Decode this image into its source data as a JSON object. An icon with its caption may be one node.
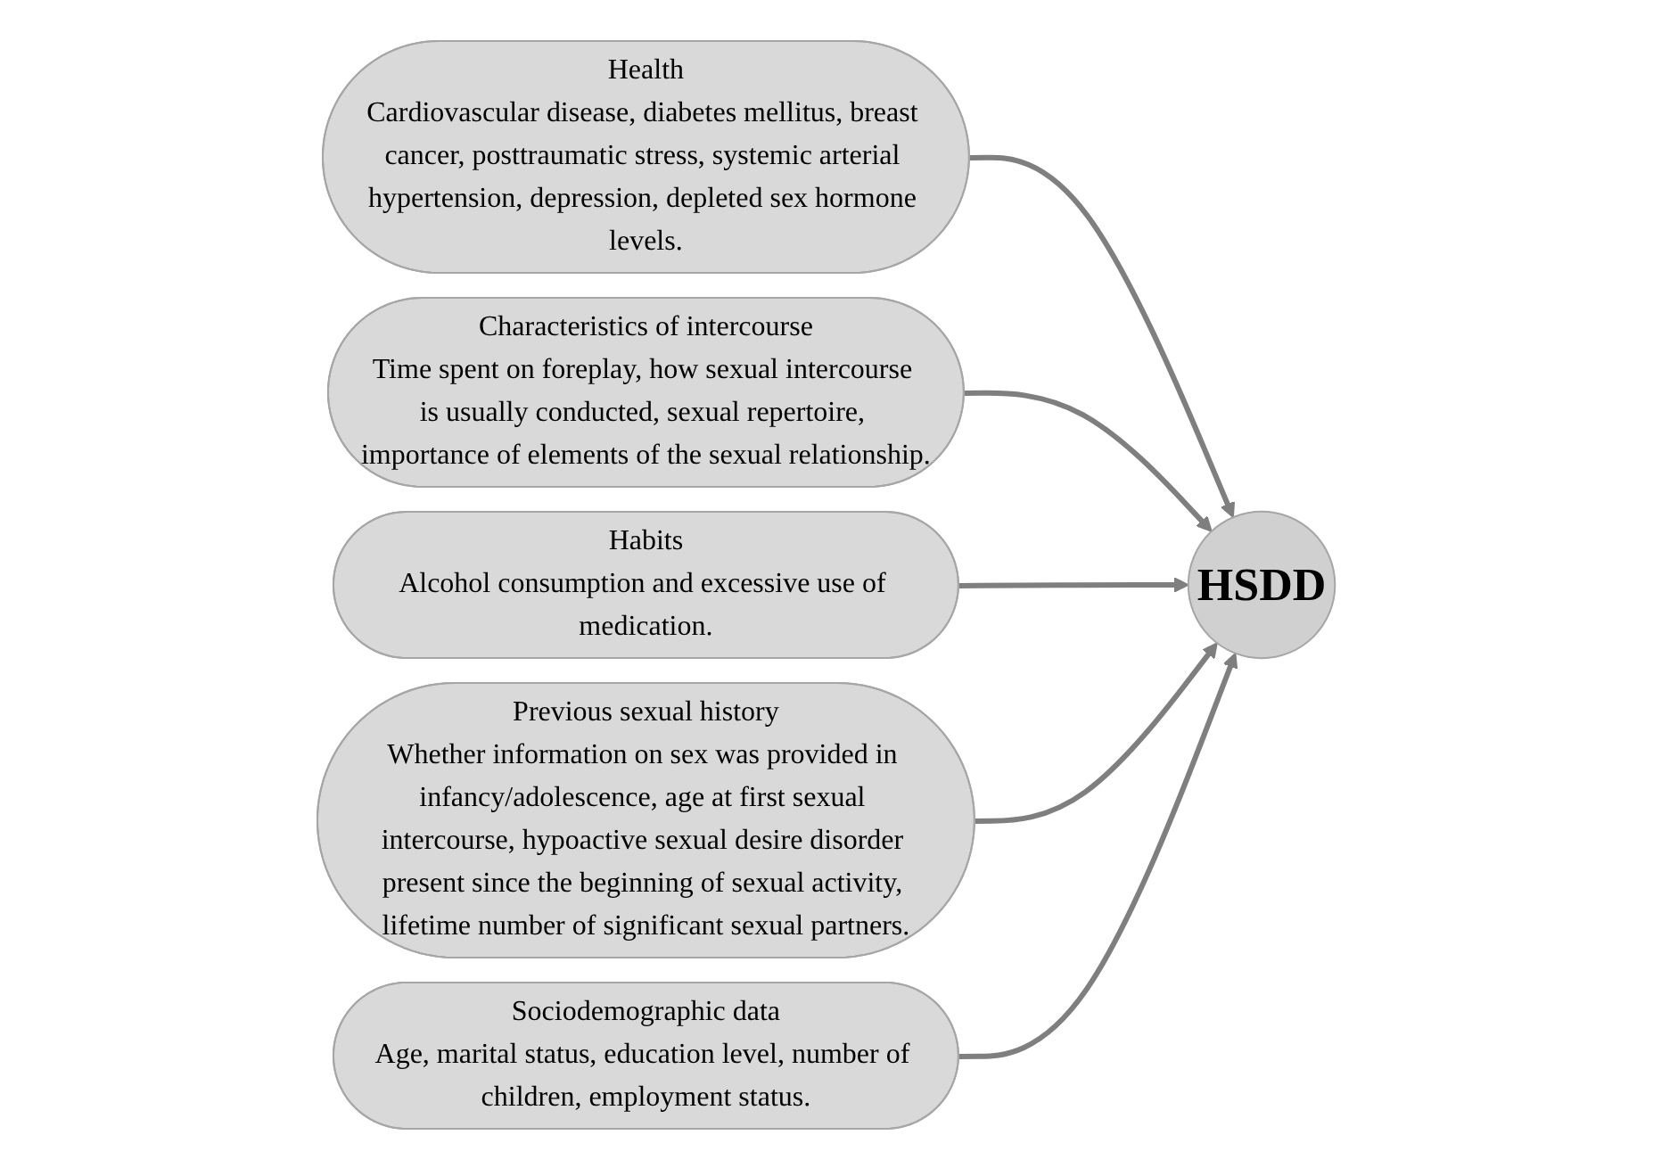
{
  "diagram": {
    "nodes": [
      {
        "text": [
          "Health",
          "Cardiovascular disease, diabetes mellitus, breast cancer, posttraumatic stress, systemic arterial hypertension, depression, depleted sex hormone levels."
        ]
      },
      {
        "text": [
          "Characteristics of intercourse",
          "Time spent on foreplay, how sexual intercourse is usually conducted, sexual repertoire, importance of elements of the sexual relationship."
        ]
      },
      {
        "text": [
          "Habits",
          "Alcohol consumption and excessive use of medication."
        ]
      },
      {
        "text": [
          "HSDD"
        ]
      },
      {
        "text": [
          "Previous sexual history",
          "Whether information on sex was provided in infancy/adolescence, age at first sexual intercourse, hypoactive sexual desire disorder present since the beginning of sexual activity, lifetime number of significant sexual partners."
        ]
      },
      {
        "text": [
          "Sociodemographic data",
          "Age, marital status, education level, number of children, employment status."
        ]
      }
    ],
    "edges": [
      {
        "from": 0,
        "to": 3,
        "arrow": "to"
      },
      {
        "from": 1,
        "to": 3,
        "arrow": "to"
      },
      {
        "from": 2,
        "to": 3,
        "arrow": "to"
      },
      {
        "from": 4,
        "to": 3,
        "arrow": "to"
      },
      {
        "from": 5,
        "to": 3,
        "arrow": "to"
      }
    ]
  }
}
